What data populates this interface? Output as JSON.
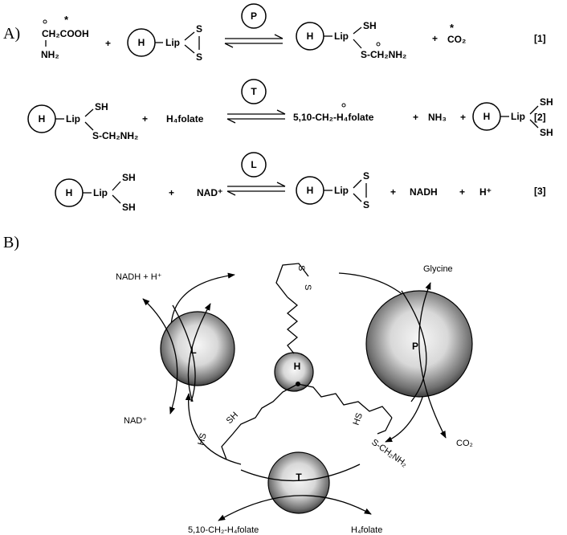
{
  "panels": {
    "a": "A)",
    "b": "B)"
  },
  "reaction1": {
    "glycine_top": "CH₂COOH",
    "glycine_bottom": "NH₂",
    "plus1": "+",
    "h": "H",
    "lip": "Lip",
    "s_top": "S",
    "s_bottom": "S",
    "enzyme": "P",
    "prod_h": "H",
    "prod_lip": "Lip",
    "prod_sh": "SH",
    "prod_sub": "S-CH₂NH₂",
    "plus2": "+",
    "co2": "CO₂",
    "number": "[1]"
  },
  "reaction2": {
    "h": "H",
    "lip": "Lip",
    "sh": "SH",
    "sub": "S-CH₂NH₂",
    "plus1": "+",
    "h4folate": "H₄folate",
    "enzyme": "T",
    "product": "5,10-CH₂-H₄folate",
    "plus2": "+",
    "nh3": "NH₃",
    "plus3": "+",
    "prod_h": "H",
    "prod_lip": "Lip",
    "prod_sh_top": "SH",
    "prod_sh_bottom": "SH",
    "number": "[2]"
  },
  "reaction3": {
    "h": "H",
    "lip": "Lip",
    "sh_top": "SH",
    "sh_bottom": "SH",
    "plus1": "+",
    "nad": "NAD⁺",
    "enzyme": "L",
    "prod_h": "H",
    "prod_lip": "Lip",
    "prod_s_top": "S",
    "prod_s_bottom": "S",
    "plus2": "+",
    "nadh": "NADH",
    "plus3": "+",
    "hplus": "H⁺",
    "number": "[3]"
  },
  "panel_b": {
    "nadh_h": "NADH + H⁺",
    "glycine": "Glycine",
    "nad": "NAD⁺",
    "co2": "CO₂",
    "ch2folate": "5,10-CH₂-H₄folate",
    "h4folate": "H₄folate",
    "enzyme_l": "L",
    "enzyme_p": "P",
    "enzyme_h": "H",
    "enzyme_t": "T",
    "ss_s1": "S",
    "ss_s2": "S",
    "sh_left": "SH",
    "hs_left": "HS",
    "hs_right": "HS",
    "sch2nh2": "S-CH₂NH₂"
  },
  "colors": {
    "ink": "#000000",
    "background": "#ffffff",
    "sphere_light": "#f4f4f4",
    "sphere_dark": "#2a2a2a"
  }
}
